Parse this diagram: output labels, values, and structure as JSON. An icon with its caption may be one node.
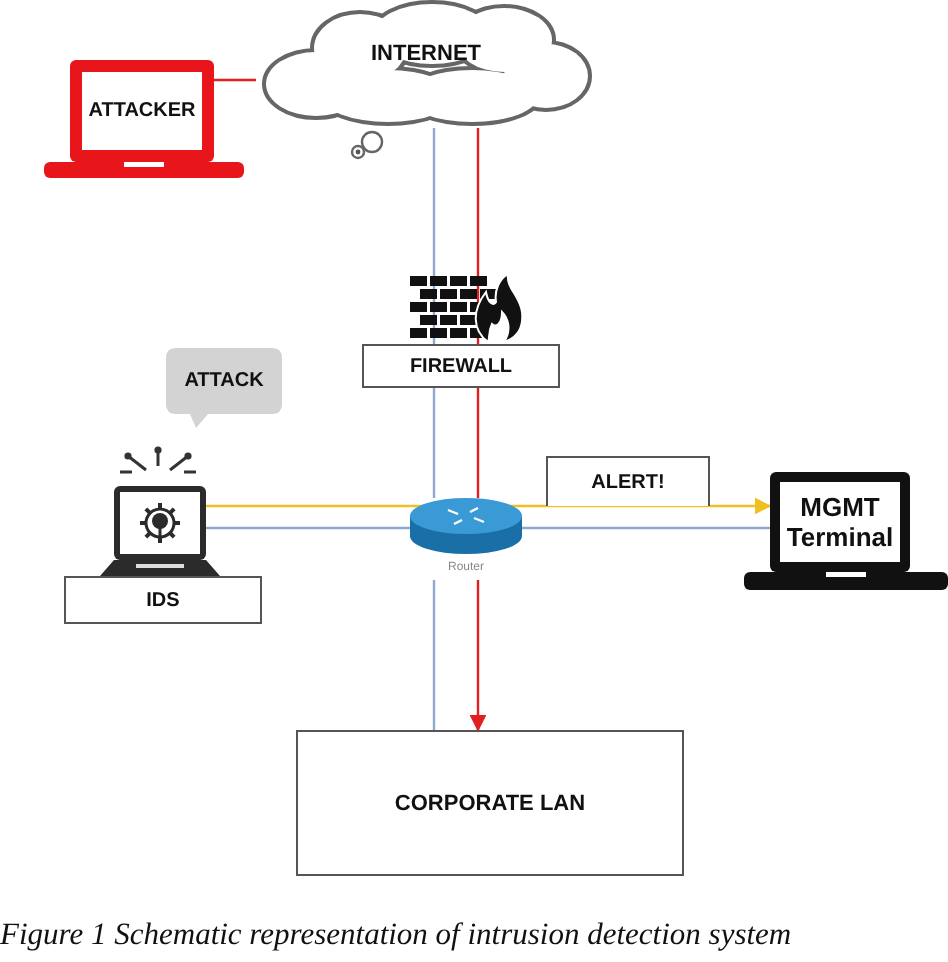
{
  "diagram": {
    "caption": "Figure 1 Schematic representation of intrusion detection system",
    "nodes": [
      {
        "text": [
          "ATTACKER"
        ]
      },
      {
        "text": [
          "INTERNET"
        ]
      },
      {
        "text": [
          "FIREWALL"
        ]
      },
      {
        "text": [
          "ATTACK"
        ]
      },
      {
        "text": [],
        "shape": "laptop"
      },
      {
        "text": [
          "IDS"
        ]
      },
      {
        "text": [
          "Router"
        ]
      },
      {
        "text": [
          "ALERT!"
        ]
      },
      {
        "text": [
          "MGMT Terminal"
        ]
      },
      {
        "text": [
          "CORPORATE LAN"
        ]
      }
    ],
    "edges": [
      {
        "from": 0,
        "to": 1,
        "arrow": "none",
        "color": "#e02020"
      },
      {
        "from": 1,
        "to": 2,
        "arrow": "none",
        "color": "#e02020"
      },
      {
        "from": 2,
        "to": 6,
        "arrow": "none",
        "color": "#e02020"
      },
      {
        "from": 6,
        "to": 9,
        "arrow": "to",
        "color": "#e02020"
      },
      {
        "from": 1,
        "to": 2,
        "arrow": "none"
      },
      {
        "from": 2,
        "to": 6,
        "arrow": "none"
      },
      {
        "from": 6,
        "to": 9,
        "arrow": "none"
      },
      {
        "from": 4,
        "to": 6,
        "arrow": "none"
      },
      {
        "from": 6,
        "to": 8,
        "arrow": "none"
      },
      {
        "from": 4,
        "to": 8,
        "arrow": "to",
        "color": "#f0c020"
      }
    ]
  }
}
